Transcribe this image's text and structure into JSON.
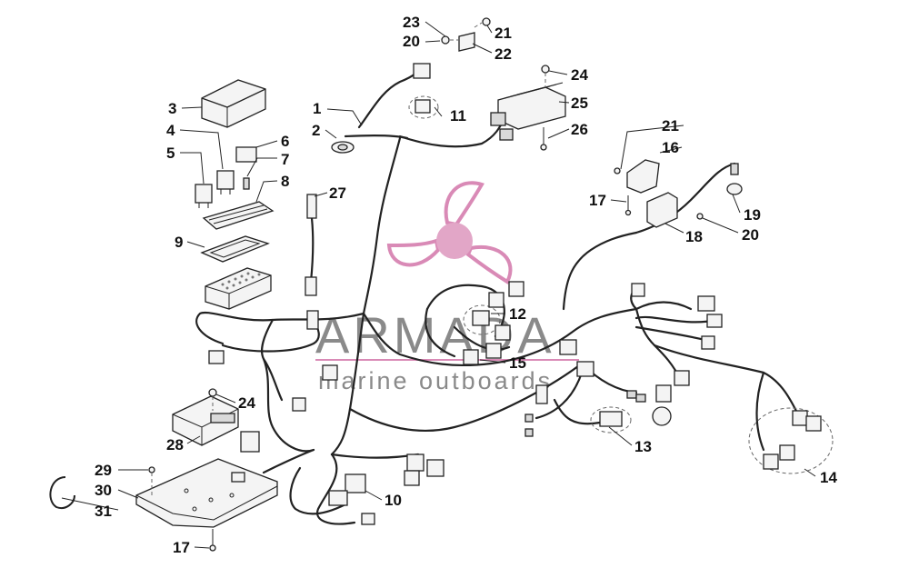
{
  "brand": {
    "title": "ARMADA",
    "subtitle": "marine outboards",
    "accent_color": "#d98ab6",
    "text_color": "#8a8a8a"
  },
  "callouts": {
    "c1": "1",
    "c2": "2",
    "c3": "3",
    "c4": "4",
    "c5": "5",
    "c6": "6",
    "c7": "7",
    "c8": "8",
    "c9": "9",
    "c10": "10",
    "c11": "11",
    "c12": "12",
    "c13": "13",
    "c14": "14",
    "c15": "15",
    "c16": "16",
    "c17a": "17",
    "c17b": "17",
    "c18": "18",
    "c19": "19",
    "c20a": "20",
    "c20b": "20",
    "c21a": "21",
    "c21b": "21",
    "c22": "22",
    "c23": "23",
    "c24a": "24",
    "c24b": "24",
    "c25": "25",
    "c26": "26",
    "c27": "27",
    "c28": "28",
    "c29": "29",
    "c30": "30",
    "c31": "31"
  }
}
